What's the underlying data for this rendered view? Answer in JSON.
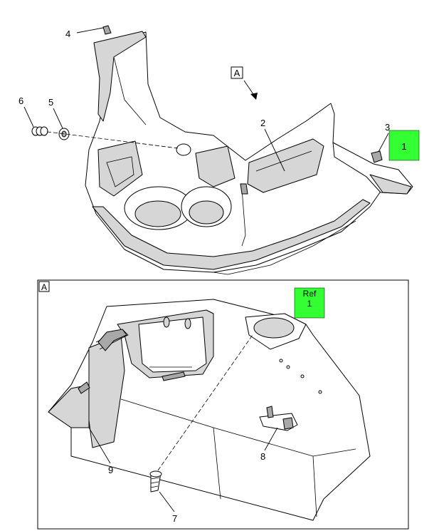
{
  "colors": {
    "highlight": "#33ff33",
    "line": "#000000",
    "shade": "#d6d6d6"
  },
  "view_a": {
    "label": "A",
    "panel_label": "A"
  },
  "callouts": {
    "c1": "1",
    "c2": "2",
    "c3": "3",
    "c4": "4",
    "c5": "5",
    "c6": "6",
    "c7": "7",
    "c8": "8",
    "c9": "9"
  },
  "ref_box": {
    "line1": "Ref",
    "line2": "1"
  }
}
